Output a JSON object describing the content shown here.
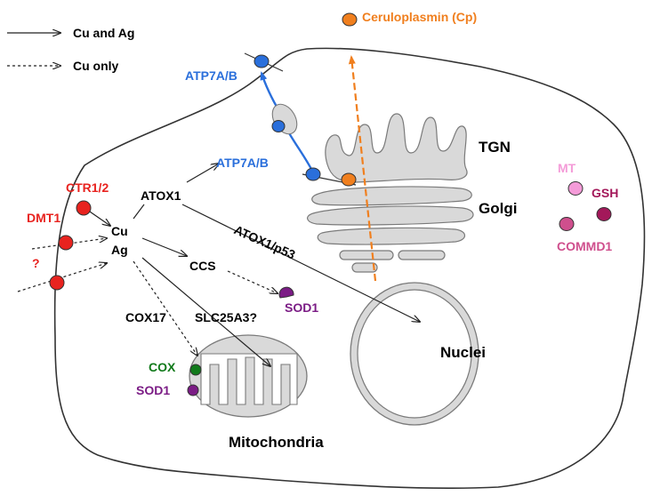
{
  "legend": {
    "solid_label": "Cu and Ag",
    "dashed_label": "Cu only"
  },
  "labels": {
    "ceruloplasmin": "Ceruloplasmin (Cp)",
    "atp7ab_top": "ATP7A/B",
    "atp7ab_mid": "ATP7A/B",
    "tgn": "TGN",
    "golgi": "Golgi",
    "mt": "MT",
    "gsh": "GSH",
    "commd1": "COMMD1",
    "ctr": "CTR1/2",
    "dmt1": "DMT1",
    "unknown": "?",
    "cu": "Cu",
    "ag": "Ag",
    "atox1": "ATOX1",
    "atox1_p53": "ATOX1/p53",
    "ccs": "CCS",
    "sod1_cyto": "SOD1",
    "cox17": "COX17",
    "slc25a3": "SLC25A3?",
    "nuclei": "Nuclei",
    "cox": "COX",
    "sod1_mito": "SOD1",
    "mitochondria": "Mitochondria"
  },
  "colors": {
    "transporter_red": "#e8231f",
    "atp7_blue": "#2a6fdb",
    "cp_orange": "#f07f1e",
    "mt_pink": "#f49bd8",
    "gsh_maroon": "#a3185a",
    "commd1_pink": "#cf4f8d",
    "sod1_purple": "#7b1c85",
    "cox_green": "#117a1b",
    "organelle_gray": "#d9d9d9",
    "outline": "#333333"
  }
}
